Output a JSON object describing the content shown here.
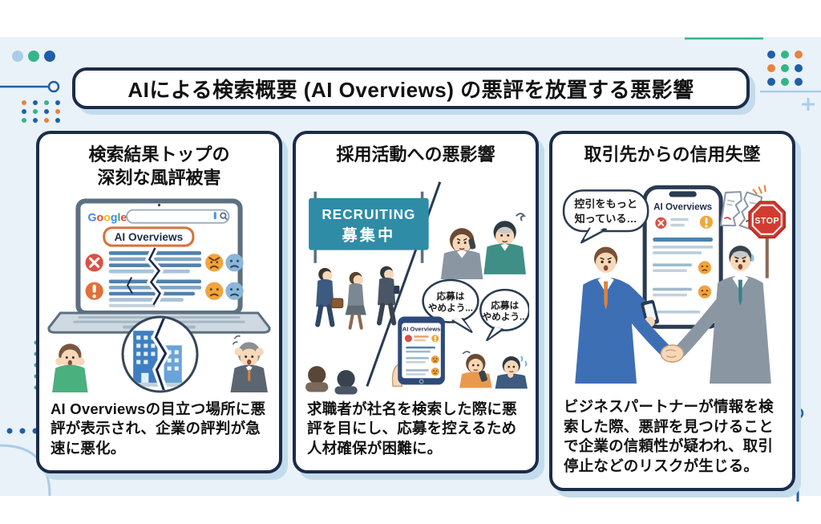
{
  "title": "AIによる検索概要 (AI Overviews) の悪評を放置する悪影響",
  "cards": [
    {
      "heading_line1": "検索結果トップの",
      "heading_line2": "深刻な風評被害",
      "body": "AI Overviewsの目立つ場所に悪評が表示され、企業の評判が急速に悪化。",
      "art": {
        "google": "Google",
        "ai_overviews": "AI Overviews"
      }
    },
    {
      "heading_line1": "採用活動への悪影響",
      "heading_line2": "",
      "body": "求職者が社名を検索した際に悪評を目にし、応募を控えるため人材確保が困難に。",
      "art": {
        "banner_en": "RECRUITING",
        "banner_jp": "募集中",
        "bubble1_line1": "応募は",
        "bubble1_line2": "やめよう...",
        "bubble2_line1": "応募は",
        "bubble2_line2": "やめよう...",
        "phone_title": "AI Overviews"
      }
    },
    {
      "heading_line1": "取引先からの信用失墜",
      "heading_line2": "",
      "body": "ビジネスパートナーが情報を検索した際、悪評を見つけることで企業の信頼性が疑われ、取引停止などのリスクが生じる。",
      "art": {
        "bubble_line1": "控引をもっと",
        "bubble_line2": "知っている…",
        "phone_title": "AI Overviews",
        "stop": "STOP"
      }
    }
  ],
  "colors": {
    "navy_border": "#1c2b4a",
    "panel_blue": "#e9f2f8",
    "shadow_blue": "#c3dcec",
    "teal": "#36b489",
    "blue": "#1f5fa8",
    "orange": "#e8823d",
    "alert_red": "#db5045",
    "banner_teal": "#2e8ca6",
    "stop_red": "#d23b30"
  }
}
